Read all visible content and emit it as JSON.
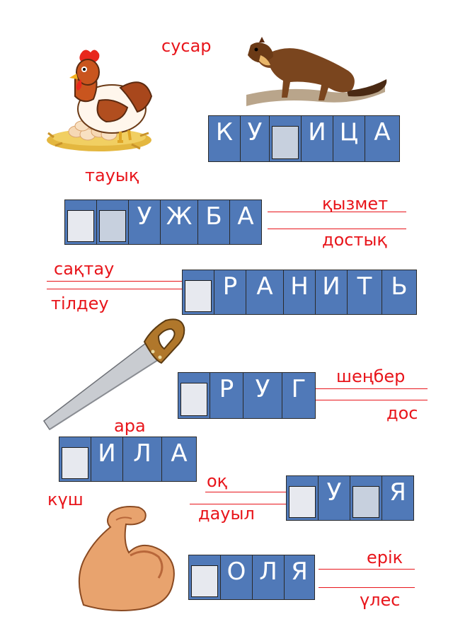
{
  "colors": {
    "red": "#e8151b",
    "tile_blue": "#5079b8",
    "tile_text": "#ffffff",
    "blank": "#e7e9ef",
    "blank_alt": "#c7d0de"
  },
  "rows": {
    "r1": {
      "hint_top": "сусар",
      "hint_bottom": "тауық",
      "letters": [
        "К",
        "У",
        "",
        "И",
        "Ц",
        "А"
      ]
    },
    "r2": {
      "hint_top": "қызмет",
      "hint_bottom": "достық",
      "letters": [
        "",
        "",
        "У",
        "Ж",
        "Б",
        "А"
      ]
    },
    "r3": {
      "hint_top": "сақтау",
      "hint_bottom": "тілдеу",
      "letters": [
        "",
        "Р",
        "А",
        "Н",
        "И",
        "Т",
        "Ь"
      ]
    },
    "r4": {
      "hint_top": "шеңбер",
      "hint_bottom": "дос",
      "letters": [
        "",
        "Р",
        "У",
        "Г"
      ]
    },
    "r5": {
      "hint_top": "ара",
      "letters": [
        "",
        "И",
        "Л",
        "А"
      ]
    },
    "r6": {
      "hint_top": "оқ",
      "hint_bottom": "дауыл",
      "letters": [
        "",
        "У",
        "",
        "Я"
      ]
    },
    "r7": {
      "hint_top": "күш"
    },
    "r8": {
      "hint_top": "ерік",
      "hint_bottom": "үлес",
      "letters": [
        "",
        "О",
        "Л",
        "Я"
      ]
    }
  },
  "illustrations": [
    "hen-icon",
    "marten-icon",
    "saw-icon",
    "arm-muscle-icon"
  ]
}
